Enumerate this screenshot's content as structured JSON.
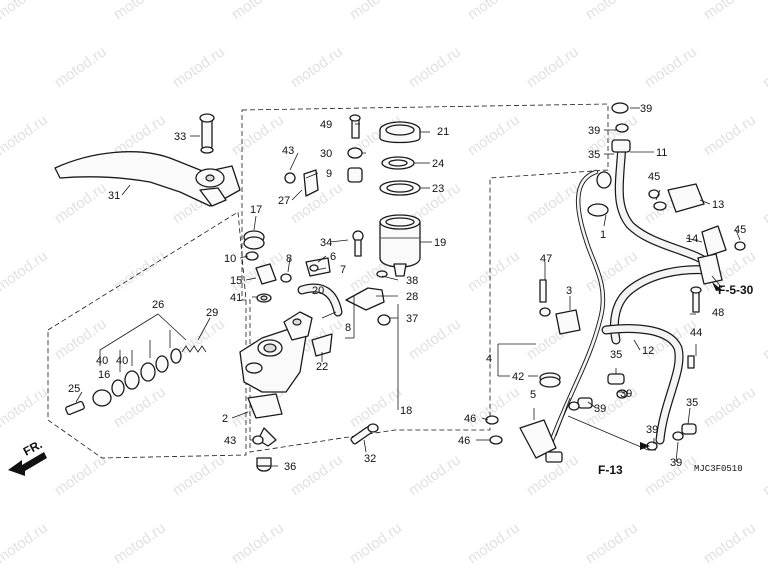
{
  "watermark": "motod.ru",
  "diagram_code": "MJC3F0510",
  "direction_label": "FR.",
  "refs": {
    "f530": "F-5-30",
    "f13": "F-13"
  },
  "labels": {
    "l1": "1",
    "l2": "2",
    "l3": "3",
    "l4": "4",
    "l5": "5",
    "l6": "6",
    "l7": "7",
    "l8": "8",
    "l9": "9",
    "l10": "10",
    "l11": "11",
    "l12": "12",
    "l13": "13",
    "l14": "14",
    "l15": "15",
    "l16": "16",
    "l17": "17",
    "l18": "18",
    "l19": "19",
    "l20": "20",
    "l21": "21",
    "l22": "22",
    "l23": "23",
    "l24": "24",
    "l25": "25",
    "l26": "26",
    "l27": "27",
    "l28": "28",
    "l29": "29",
    "l30": "30",
    "l31": "31",
    "l32": "32",
    "l33": "33",
    "l34": "34",
    "l35": "35",
    "l36": "36",
    "l37": "37",
    "l38": "38",
    "l39": "39",
    "l40": "40",
    "l41": "41",
    "l42": "42",
    "l43": "43",
    "l44": "44",
    "l45": "45",
    "l46": "46",
    "l47": "47",
    "l48": "48",
    "l49": "49"
  }
}
